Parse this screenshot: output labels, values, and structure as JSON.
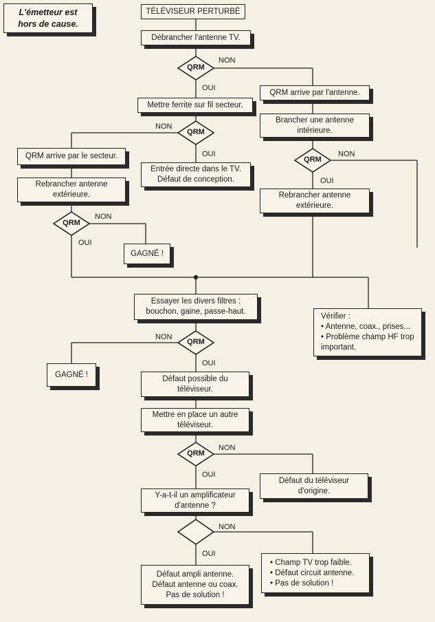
{
  "note": "L'émetteur est\nhors de cause.",
  "title": "TÉLÉVISEUR PERTURBÉ",
  "boxes": {
    "debrancher": "Débrancher l'antenne TV.",
    "ferrite": "Mettre ferrite sur fil secteur.",
    "qrm_antenne": "QRM arrive par l'antenne.",
    "brancher_interieure": "Brancher une antenne\nintérieure.",
    "qrm_secteur": "QRM arrive par le secteur.",
    "entree_directe": "Entrée directe dans le TV.\nDéfaut de conception.",
    "rebrancher_left": "Rebrancher antenne\nextérieure.",
    "rebrancher_right": "Rebrancher antenne\nextérieure.",
    "gagne_1": "GAGNÉ !",
    "filtres": "Essayer les divers filtres :\nbouchon, gaine, passe-haut.",
    "verifier": "Vérifier :\n• Antenne, coax., prises...\n• Problème champ HF trop\n   important.",
    "gagne_2": "GAGNÉ !",
    "defaut_possible": "Défaut possible du\ntéléviseur.",
    "autre_tv": "Mettre en place un autre\ntéléviseur.",
    "defaut_origine": "Défaut du téléviseur\nd'origine.",
    "amplificateur": "Y-a-t-il un amplificateur\nd'antenne ?",
    "ampli_defaut": "Défaut ampli antenne.\nDéfaut antenne ou coax.\nPas de solution !",
    "champ_faible": "• Champ TV trop faible.\n• Défaut circuit antenne.\n• Pas de solution !"
  },
  "decision_label": "QRM",
  "labels": {
    "non": "NON",
    "oui": "OUI"
  }
}
